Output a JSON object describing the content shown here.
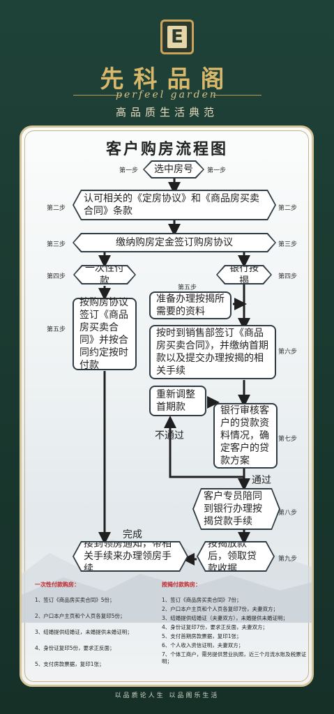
{
  "header": {
    "logo_letter": "E",
    "brand_cn": "先科品阁",
    "brand_en": "perfeel garden",
    "tagline": "高品质生活典范"
  },
  "title": "客户购房流程图",
  "steps": {
    "s1": "第一步",
    "s2": "第二步",
    "s3": "第三步",
    "s4": "第四步",
    "s5": "第五步",
    "s6": "第六步",
    "s7": "第七步",
    "s8": "第八步",
    "s9": "第九步"
  },
  "nodes": {
    "select_room": "选中房号",
    "accept_terms": "认可相关的《定房协议》和《商品房买卖合同》条款",
    "pay_deposit": "缴纳购房定金签订购房协议",
    "lump_sum": "一次性付款",
    "mortgage": "银行按揭",
    "prepare_docs": "准备办理按揭所需要的资料",
    "sign_contract_lump": "按购房协议签订《商品房买卖合同》并按合同约定按时付款",
    "sign_contract_mortgage": "按时到销售部签订《商品房买卖合同》，并缴纳首期款以及提交办理按揭的相关手续",
    "readjust_down": "重新调整首期款",
    "bank_review": "银行审核客户的贷款资料情况，确定客户的贷款方案",
    "agent_accompany": "客户专员陪同到银行办理按揭贷款手续",
    "loan_release": "按揭放款后，领取贷款收据",
    "get_house": "接到领房通知，带相关手续来办理领房手续"
  },
  "labels": {
    "not_passed": "不通过",
    "passed": "通过",
    "done": "完成"
  },
  "notes_lump": {
    "heading": "一次性付款购房：",
    "items": [
      "1、签订《商品房买卖合同》5份；",
      "2、户口本户主页和个人页各复印5份；",
      "3、结婚提供结婚证，未婚提供未婚证明；",
      "4、身份证复印5份，要求正反面；",
      "5、支付房款票据，复印1张；"
    ]
  },
  "notes_mortgage": {
    "heading": "按揭付款购房：",
    "items": [
      "1、签订《商品房买卖合同》7份；",
      "2、户口本户主页和个人页各复印7份，夫妻双方；",
      "3、结婚提供结婚证（夫妻双方），未婚提供未婚证明；",
      "4、身份证复印7份，要求正反面，夫妻双方；",
      "5、支付首期房款票据，复印1张；",
      "6、个人收入资信证明，夫妻双方；",
      "7、个体工商户，需另提供营业执照，近三个月流水账及税票证明；"
    ]
  },
  "footer": "以品质论人生    以品阁乐生活",
  "colors": {
    "background": "#1b3a33",
    "gold": "#d8b86a",
    "notes_heading": "#c0272d"
  }
}
